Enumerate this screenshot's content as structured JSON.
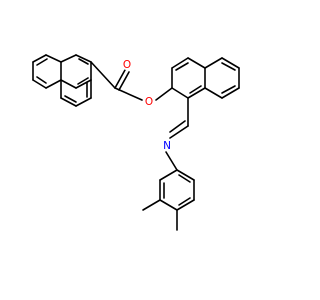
{
  "molecule": {
    "atoms": [
      {
        "id": "O_carbonyl",
        "symbol": "O",
        "color": "#ff0000"
      },
      {
        "id": "O_ester",
        "symbol": "O",
        "color": "#ff0000"
      },
      {
        "id": "N_imine",
        "symbol": "N",
        "color": "#0000ff"
      }
    ],
    "bond_color": "#000000",
    "background": "#ffffff"
  }
}
